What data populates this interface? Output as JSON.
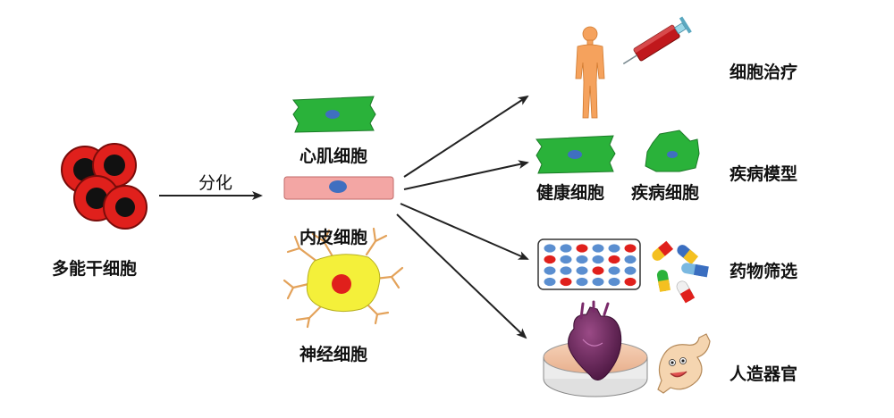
{
  "source": {
    "label": "多能干细胞"
  },
  "process": {
    "label": "分化"
  },
  "cell_types": [
    {
      "label": "心肌细胞"
    },
    {
      "label": "内皮细胞"
    },
    {
      "label": "神经细胞"
    }
  ],
  "applications": [
    {
      "label": "细胞治疗"
    },
    {
      "label": "疾病模型",
      "sub_labels": [
        "健康细胞",
        "疾病细胞"
      ]
    },
    {
      "label": "药物筛选"
    },
    {
      "label": "人造器官"
    }
  ],
  "colors": {
    "stem_cell": "#e0201c",
    "stem_nucleus": "#111111",
    "cardiomyocyte": "#2ab23a",
    "endothelial": "#f3a6a4",
    "neuron": "#f4f03a",
    "nucleus_blue": "#3f6fc0",
    "nucleus_red": "#e0201c",
    "human": "#f5a25d",
    "heart": "#6a2a5a",
    "arrow": "#222222"
  },
  "drug_plate": {
    "rows": [
      [
        "blue",
        "blue",
        "red",
        "blue",
        "blue",
        "red"
      ],
      [
        "red",
        "blue",
        "blue",
        "blue",
        "red",
        "blue"
      ],
      [
        "blue",
        "blue",
        "blue",
        "red",
        "blue",
        "blue"
      ],
      [
        "blue",
        "red",
        "blue",
        "blue",
        "blue",
        "red"
      ]
    ]
  }
}
